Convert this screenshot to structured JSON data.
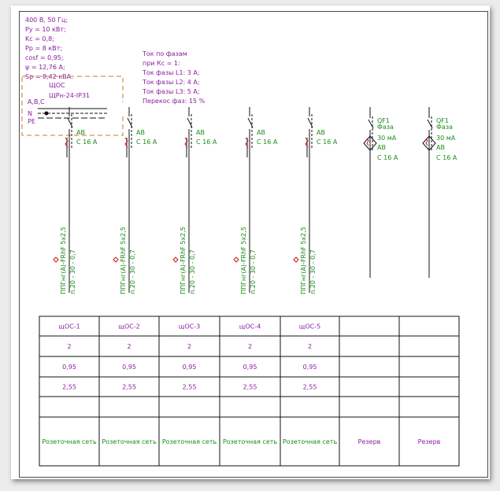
{
  "params": [
    "400 В, 50 Гц;",
    "Pу = 10 кВт;",
    "Kс = 0,8;",
    "Pр = 8 кВт;",
    "cosf = 0,95;",
    "ψ = 12,76 А;",
    "Sр = 8,42 кВА."
  ],
  "phase_info": [
    "Ток по фазам",
    "при Кс = 1:",
    "Ток фазы L1: 3 А;",
    "Ток фазы L2: 4 А;",
    "Ток фазы L3: 5 А;",
    "Перекос фаз: 15 %"
  ],
  "panel": {
    "name": "ЩОС",
    "model": "ЩРн-24-IP31"
  },
  "bus": {
    "phases": "A,B,C",
    "n": "N",
    "pe": "PE"
  },
  "breakers": [
    {
      "type": "AB",
      "rating": "C 16 А"
    },
    {
      "type": "AB",
      "rating": "C 16 А"
    },
    {
      "type": "AB",
      "rating": "C 16 А"
    },
    {
      "type": "AB",
      "rating": "C 16 А"
    },
    {
      "type": "AB",
      "rating": "C 16 А"
    }
  ],
  "rcbos": [
    {
      "tag": "QF1",
      "spec": "Фаза",
      "leak": "30 мА",
      "type": "AB",
      "rating": "C 16 А"
    },
    {
      "tag": "QF1",
      "spec": "Фаза",
      "leak": "30 мА",
      "type": "AB",
      "rating": "C 16 А"
    }
  ],
  "cables": [
    {
      "brand": "ППГнг(А)-FRhF 5х2,5",
      "route": "п.20 - 30 - 0,7"
    },
    {
      "brand": "ППГнг(А)-FRhF 5х2,5",
      "route": "п.20 - 30 - 0,7"
    },
    {
      "brand": "ППГнг(А)-FRhF 5х2,5",
      "route": "п.20 - 30 - 0,7"
    },
    {
      "brand": "ППГнг(А)-FRhF 5х2,5",
      "route": "п.20 - 30 - 0,7"
    },
    {
      "brand": "ППГнг(А)-FRhF 5х2,5",
      "route": "п.20 - 30 - 0,7"
    }
  ],
  "table": {
    "names": [
      "щОС-1",
      "щОС-2",
      "щОС-3",
      "щОС-4",
      "щОС-5",
      "",
      ""
    ],
    "powers": [
      "2",
      "2",
      "2",
      "2",
      "2",
      "",
      ""
    ],
    "cosf": [
      "0,95",
      "0,95",
      "0,95",
      "0,95",
      "0,95",
      "",
      ""
    ],
    "currents": [
      "2,55",
      "2,55",
      "2,55",
      "2,55",
      "2,55",
      "",
      ""
    ],
    "blank": [
      "",
      "",
      "",
      "",
      "",
      "",
      ""
    ],
    "purposes": [
      "Розеточная сеть",
      "Розеточная сеть",
      "Розеточная сеть",
      "Розеточная сеть",
      "Розеточная сеть",
      "Резерв",
      "Резерв"
    ]
  },
  "colors": {
    "text_magenta": "#8a1ea0",
    "text_green": "#1a8c1a",
    "line_black": "#111111",
    "marker_red": "#c81414",
    "panel_dashed": "#c87828"
  }
}
